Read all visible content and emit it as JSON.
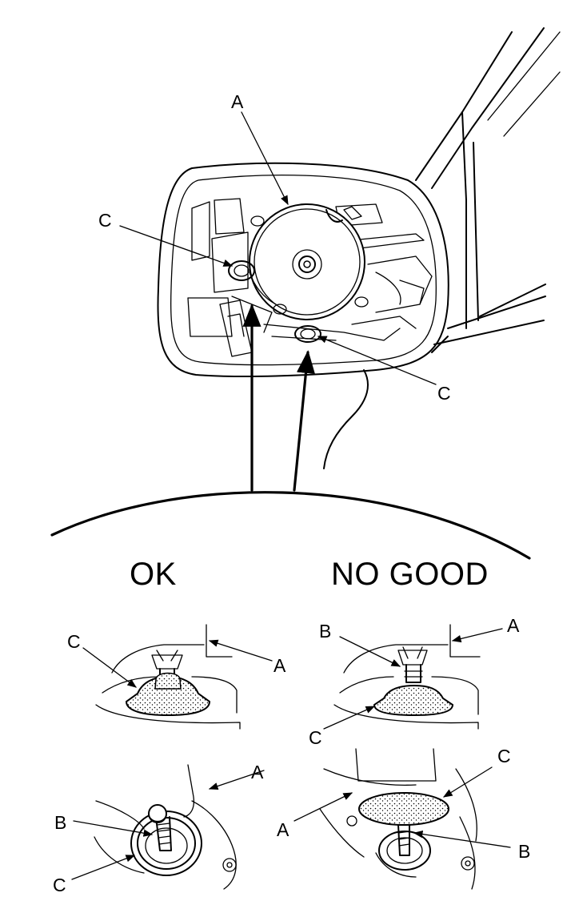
{
  "headings": {
    "ok": "OK",
    "no_good": "NO GOOD"
  },
  "callouts": {
    "top_a": "A",
    "top_c_left": "C",
    "top_c_right": "C",
    "ok_top_c": "C",
    "ok_top_a": "A",
    "ok_bottom_a": "A",
    "ok_bottom_b": "B",
    "ok_bottom_c": "C",
    "ng_top_b": "B",
    "ng_top_a": "A",
    "ng_top_c": "C",
    "ng_bottom_c": "C",
    "ng_bottom_a": "A",
    "ng_bottom_b": "B"
  }
}
